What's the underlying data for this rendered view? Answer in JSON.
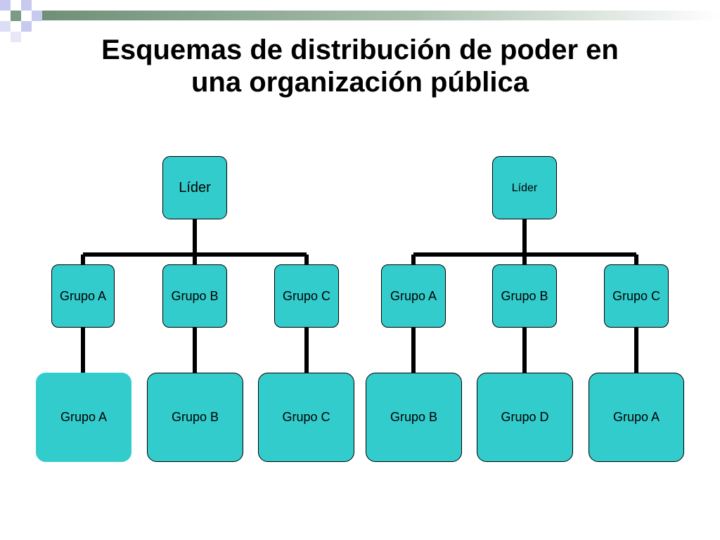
{
  "slide": {
    "title_line1": "Esquemas de distribución de poder en",
    "title_line2": "una organización pública"
  },
  "colors": {
    "node_fill": "#33cccc",
    "node_border": "#000000",
    "connector": "#000000",
    "accent_bar": "#7a9a7e"
  },
  "diagram_left": {
    "leader": "Líder",
    "middle": [
      "Grupo A",
      "Grupo B",
      "Grupo C"
    ],
    "bottom": [
      "Grupo A",
      "Grupo B",
      "Grupo C"
    ]
  },
  "diagram_right": {
    "leader": "Líder",
    "middle": [
      "Grupo A",
      "Grupo B",
      "Grupo C"
    ],
    "bottom": [
      "Grupo B",
      "Grupo D",
      "Grupo A"
    ]
  }
}
